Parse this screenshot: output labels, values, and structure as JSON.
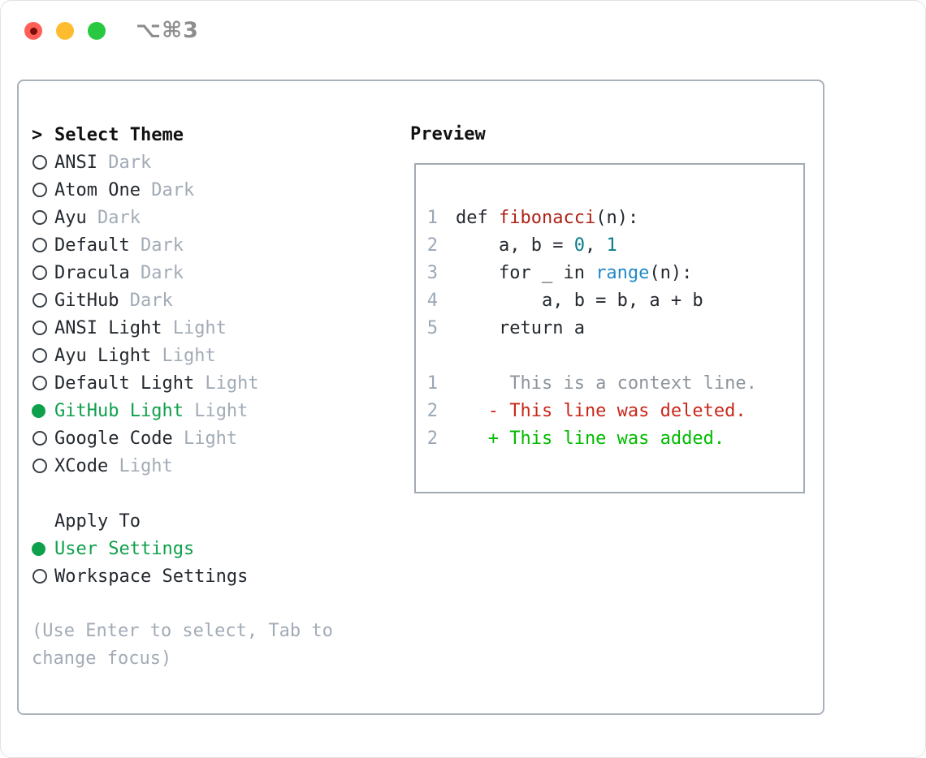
{
  "window": {
    "title": "⌥⌘3",
    "traffic_lights": [
      "close",
      "minimize",
      "zoom"
    ]
  },
  "picker": {
    "prompt": ">",
    "header": "Select Theme",
    "themes": [
      {
        "name": "ANSI",
        "variant": "Dark",
        "selected": false
      },
      {
        "name": "Atom One",
        "variant": "Dark",
        "selected": false
      },
      {
        "name": "Ayu",
        "variant": "Dark",
        "selected": false
      },
      {
        "name": "Default",
        "variant": "Dark",
        "selected": false
      },
      {
        "name": "Dracula",
        "variant": "Dark",
        "selected": false
      },
      {
        "name": "GitHub",
        "variant": "Dark",
        "selected": false
      },
      {
        "name": "ANSI Light",
        "variant": "Light",
        "selected": false
      },
      {
        "name": "Ayu Light",
        "variant": "Light",
        "selected": false
      },
      {
        "name": "Default Light",
        "variant": "Light",
        "selected": false
      },
      {
        "name": "GitHub Light",
        "variant": "Light",
        "selected": true
      },
      {
        "name": "Google Code",
        "variant": "Light",
        "selected": false
      },
      {
        "name": "XCode",
        "variant": "Light",
        "selected": false
      }
    ],
    "apply_to": {
      "header": "Apply To",
      "options": [
        {
          "label": "User Settings",
          "selected": true
        },
        {
          "label": "Workspace Settings",
          "selected": false
        }
      ]
    },
    "help_lines": [
      "(Use Enter to select, Tab to",
      "change focus)"
    ]
  },
  "preview": {
    "header": "Preview",
    "code_lines": [
      {
        "gutter": "1",
        "segments": [
          {
            "text": "def ",
            "style": "code"
          },
          {
            "text": "fibonacci",
            "style": "func"
          },
          {
            "text": "(n):",
            "style": "code"
          }
        ]
      },
      {
        "gutter": "2",
        "segments": [
          {
            "text": "    a, b = ",
            "style": "code"
          },
          {
            "text": "0",
            "style": "num"
          },
          {
            "text": ", ",
            "style": "code"
          },
          {
            "text": "1",
            "style": "num"
          }
        ]
      },
      {
        "gutter": "3",
        "segments": [
          {
            "text": "    for _ in ",
            "style": "code"
          },
          {
            "text": "range",
            "style": "builtin"
          },
          {
            "text": "(n):",
            "style": "code"
          }
        ]
      },
      {
        "gutter": "4",
        "segments": [
          {
            "text": "        a, b = b, a + b",
            "style": "code"
          }
        ]
      },
      {
        "gutter": "5",
        "segments": [
          {
            "text": "    return a",
            "style": "code"
          }
        ]
      },
      {
        "gutter": "",
        "segments": []
      },
      {
        "gutter": "1",
        "segments": [
          {
            "text": "     This is a context line.",
            "style": "context"
          }
        ]
      },
      {
        "gutter": "2",
        "segments": [
          {
            "text": "   - This line was deleted.",
            "style": "deleted"
          }
        ]
      },
      {
        "gutter": "2",
        "segments": [
          {
            "text": "   + This line was added.",
            "style": "added"
          }
        ]
      }
    ]
  },
  "colors": {
    "accent_green": "#0fa04c",
    "diff_added": "#00bb00",
    "diff_deleted": "#c9271a",
    "diff_context": "#8e959c",
    "function_red": "#ad2318",
    "number_teal": "#087c87",
    "builtin_blue": "#2289c8",
    "muted_gray": "#a2abb6",
    "text_dark": "#24292f",
    "panel_border": "#a9b1ba",
    "traffic_red": "#ff5f57",
    "traffic_yellow": "#febc2e",
    "traffic_green": "#28c840"
  }
}
